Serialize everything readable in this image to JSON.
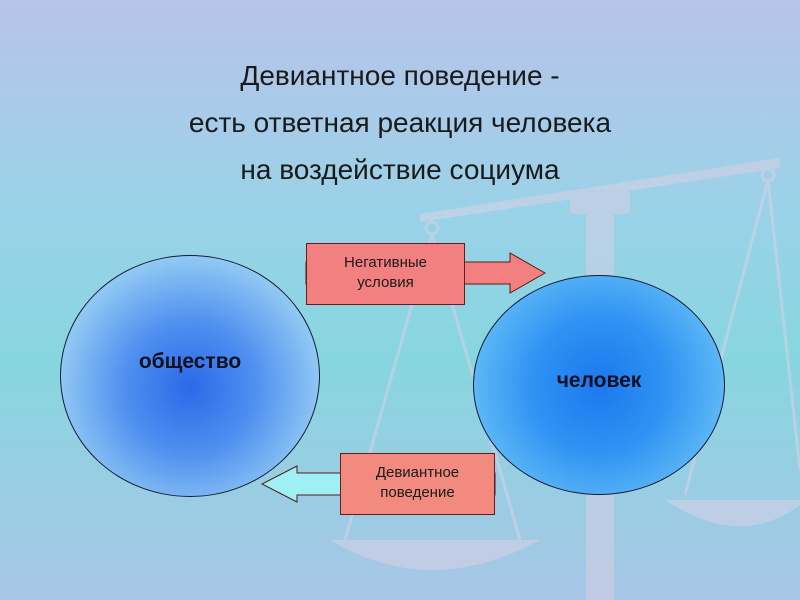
{
  "title": {
    "line1": "Девиантное поведение -",
    "line2": "есть ответная реакция человека",
    "line3": "на воздействие социума"
  },
  "nodes": {
    "society": "общество",
    "person": "человек"
  },
  "arrows": {
    "negative_line1": "Негативные",
    "negative_line2": "условия",
    "deviant_line1": "Девиантное",
    "deviant_line2": "поведение"
  },
  "colors": {
    "box_fill": "#f28080",
    "arrow_fill": "#9ef0f5",
    "circle_blue": "#2f92f3"
  }
}
